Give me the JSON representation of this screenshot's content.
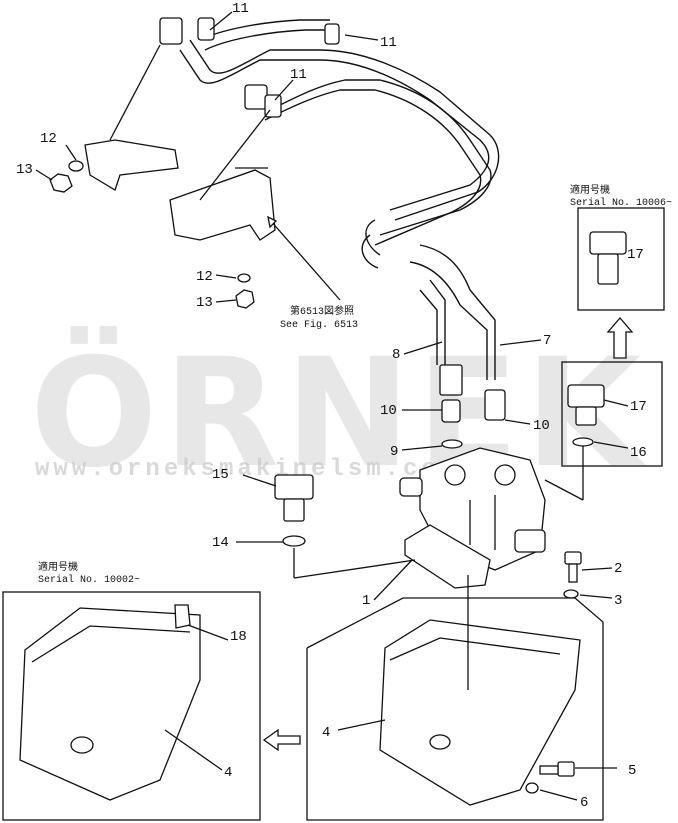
{
  "watermark": {
    "brand": "ÖRNEK",
    "url": "www.orneksmakinelsm.com.tr"
  },
  "notes": {
    "serial_top_jp": "適用号機",
    "serial_top": "Serial No. 10006~",
    "serial_left_jp": "適用号機",
    "serial_left": "Serial No. 10002~",
    "see_fig_jp": "第6513図参照",
    "see_fig": "See Fig. 6513"
  },
  "callouts": {
    "c1": "1",
    "c2": "2",
    "c3": "3",
    "c4a": "4",
    "c4b": "4",
    "c5": "5",
    "c6": "6",
    "c7": "7",
    "c8": "8",
    "c9": "9",
    "c10a": "10",
    "c10b": "10",
    "c11a": "11",
    "c11b": "11",
    "c11c": "11",
    "c12a": "12",
    "c12b": "12",
    "c13a": "13",
    "c13b": "13",
    "c14": "14",
    "c15": "15",
    "c16": "16",
    "c17a": "17",
    "c17b": "17",
    "c18": "18"
  }
}
